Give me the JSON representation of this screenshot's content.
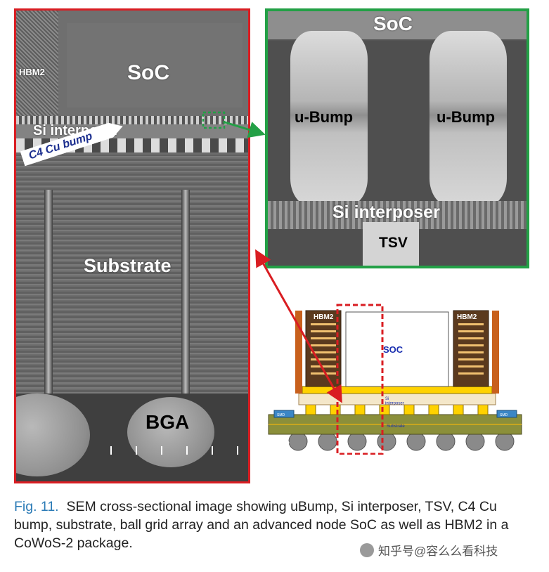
{
  "figure": {
    "left_panel": {
      "labels": {
        "hbm2": "HBM2",
        "soc": "SoC",
        "si_interposer": "Si interposer",
        "c4_cu_bump": "C4 Cu bump",
        "substrate": "Substrate",
        "bga": "BGA"
      }
    },
    "right_panel": {
      "labels": {
        "soc": "SoC",
        "ubump_left": "u-Bump",
        "ubump_right": "u-Bump",
        "si_interposer": "Si interposer",
        "tsv": "TSV"
      }
    },
    "schematic": {
      "labels": {
        "hbm2_left": "HBM2",
        "hbm2_right": "HBM2",
        "soc": "SOC",
        "si_interposer": "Si\ninterposer",
        "substrate": "Substrate",
        "bga": "BGA",
        "smd_left": "SMD",
        "smd_right": "SMD"
      }
    },
    "colors": {
      "left_frame": "#d91d22",
      "right_frame": "#23a046",
      "zoom_box": "#23a046",
      "highlight_box": "#d91d22",
      "caption_label": "#2b7bb6"
    }
  },
  "caption": {
    "label": "Fig. 11.",
    "text": "SEM cross-sectional image showing uBump, Si interposer, TSV, C4 Cu bump, substrate, ball grid array and an advanced node SoC as well as HBM2 in a CoWoS-2 package."
  },
  "watermark": {
    "icon": "wechat-icon",
    "text": "知乎号@容么么看科技"
  }
}
